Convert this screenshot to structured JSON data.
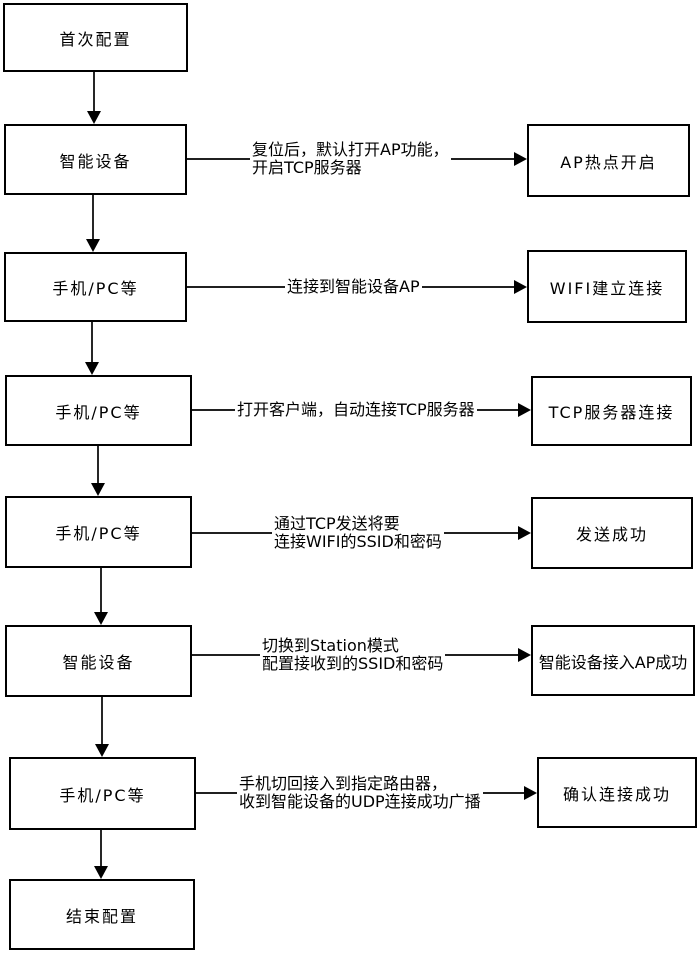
{
  "flowchart": {
    "left_nodes": [
      {
        "label": "首次配置"
      },
      {
        "label": "智能设备"
      },
      {
        "label": "手机/PC等"
      },
      {
        "label": "手机/PC等"
      },
      {
        "label": "手机/PC等"
      },
      {
        "label": "智能设备"
      },
      {
        "label": "手机/PC等"
      },
      {
        "label": "结束配置"
      }
    ],
    "right_nodes": [
      {
        "label": "AP热点开启"
      },
      {
        "label": "WIFI建立连接"
      },
      {
        "label": "TCP服务器连接"
      },
      {
        "label": "发送成功"
      },
      {
        "label": "智能设备接入AP成功"
      },
      {
        "label": "确认连接成功"
      }
    ],
    "edges": [
      {
        "lines": [
          "复位后，默认打开AP功能，",
          "开启TCP服务器"
        ]
      },
      {
        "lines": [
          "连接到智能设备AP"
        ]
      },
      {
        "lines": [
          "打开客户端，自动连接TCP服务器"
        ]
      },
      {
        "lines": [
          "通过TCP发送将要",
          "连接WIFI的SSID和密码"
        ]
      },
      {
        "lines": [
          "切换到Station模式",
          "配置接收到的SSID和密码"
        ]
      },
      {
        "lines": [
          "手机切回接入到指定路由器，",
          "收到智能设备的UDP连接成功广播"
        ]
      }
    ],
    "colors": {
      "background": "#ffffff",
      "line": "#000000",
      "box_border": "#000000",
      "text": "#000000"
    }
  }
}
